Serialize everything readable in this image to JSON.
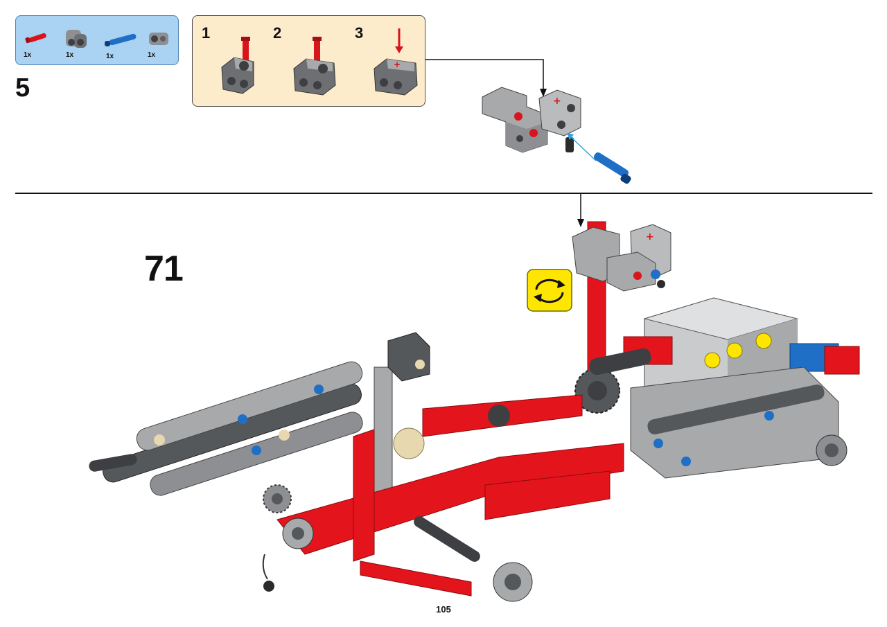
{
  "parts_list": {
    "items": [
      {
        "icon": "red-axle-pin-icon",
        "qty": "1x",
        "color": "#d9141c"
      },
      {
        "icon": "gray-cross-block-icon",
        "qty": "1x",
        "color": "#8d8f92"
      },
      {
        "icon": "blue-axle-pin-icon",
        "qty": "1x",
        "color": "#1f6fc7"
      },
      {
        "icon": "gray-connector-icon",
        "qty": "1x",
        "color": "#8d8f92"
      }
    ]
  },
  "sub_step_number": "5",
  "sub_steps": [
    {
      "number": "1"
    },
    {
      "number": "2"
    },
    {
      "number": "3"
    }
  ],
  "step_number": "71",
  "page_number": "105",
  "colors": {
    "parts_background": "#a9d2f3",
    "substep_background": "#fdeccc",
    "rotate_background": "#ffe600",
    "technic_red": "#e3141c",
    "technic_gray": "#a7a9ab",
    "technic_dark": "#55585b",
    "technic_blue": "#1f6fc7",
    "technic_yellow": "#ffe600"
  }
}
